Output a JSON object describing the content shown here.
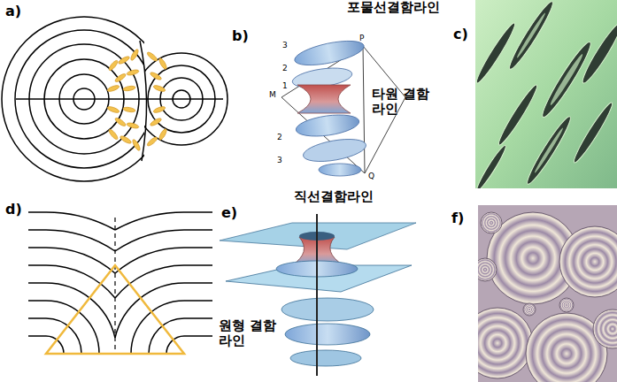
{
  "diagram": {
    "labels": [
      "a)",
      "b)",
      "포물선결함라인",
      "타원 결함라인",
      "c)",
      "3",
      "2",
      "1",
      "2",
      "3",
      "P",
      "M",
      "Q",
      "d)",
      "e)",
      "직선결함라인",
      "원형 결함라인",
      "f)"
    ]
  }
}
